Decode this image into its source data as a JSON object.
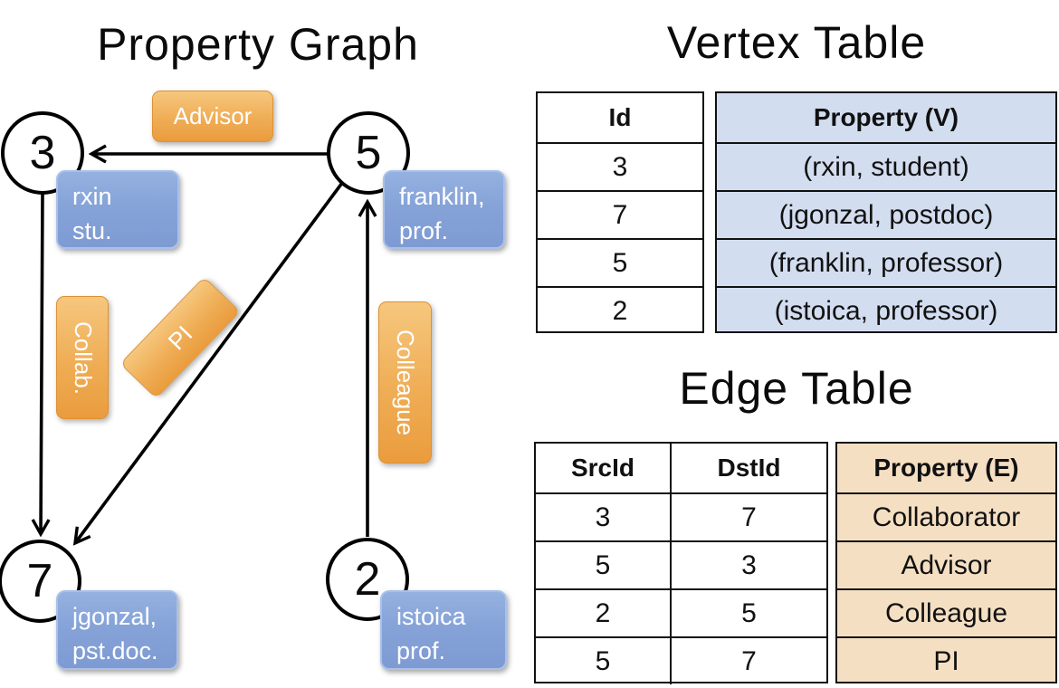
{
  "graph": {
    "title": "Property Graph",
    "vertices": [
      {
        "id": "3",
        "label_line1": "rxin",
        "label_line2": "stu."
      },
      {
        "id": "5",
        "label_line1": "franklin,",
        "label_line2": "prof."
      },
      {
        "id": "7",
        "label_line1": "jgonzal,",
        "label_line2": "pst.doc."
      },
      {
        "id": "2",
        "label_line1": "istoica",
        "label_line2": "prof."
      }
    ],
    "edges": [
      {
        "label": "Advisor",
        "from": "5",
        "to": "3"
      },
      {
        "label": "Collab.",
        "from": "3",
        "to": "7"
      },
      {
        "label": "PI",
        "from": "5",
        "to": "7"
      },
      {
        "label": "Colleague",
        "from": "2",
        "to": "5"
      }
    ]
  },
  "vertex_table": {
    "title": "Vertex Table",
    "headers": {
      "id": "Id",
      "property": "Property (V)"
    },
    "rows": [
      {
        "id": "3",
        "property": "(rxin, student)"
      },
      {
        "id": "7",
        "property": "(jgonzal, postdoc)"
      },
      {
        "id": "5",
        "property": "(franklin, professor)"
      },
      {
        "id": "2",
        "property": "(istoica, professor)"
      }
    ]
  },
  "edge_table": {
    "title": "Edge Table",
    "headers": {
      "src": "SrcId",
      "dst": "DstId",
      "property": "Property (E)"
    },
    "rows": [
      {
        "src": "3",
        "dst": "7",
        "property": "Collaborator"
      },
      {
        "src": "5",
        "dst": "3",
        "property": "Advisor"
      },
      {
        "src": "2",
        "dst": "5",
        "property": "Colleague"
      },
      {
        "src": "5",
        "dst": "7",
        "property": "PI"
      }
    ]
  },
  "colors": {
    "edge_label_fill": "#EFA94A",
    "vertex_label_fill": "#86A3D8",
    "vertex_property_bg": "#D3DDF0",
    "edge_property_bg": "#F5DFC3",
    "line_color": "#000000"
  }
}
